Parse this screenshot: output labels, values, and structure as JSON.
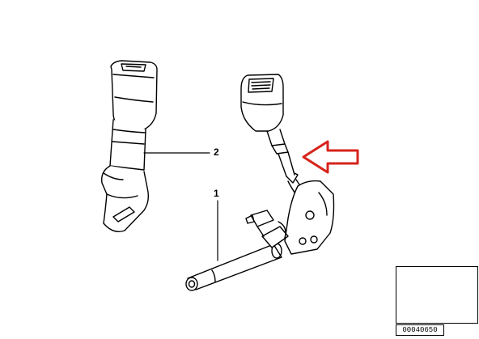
{
  "callouts": {
    "part_2": "2",
    "part_1": "1"
  },
  "thumbnail": {
    "code": "00040650"
  },
  "indicator": {
    "arrow_color": "#d6241c"
  }
}
